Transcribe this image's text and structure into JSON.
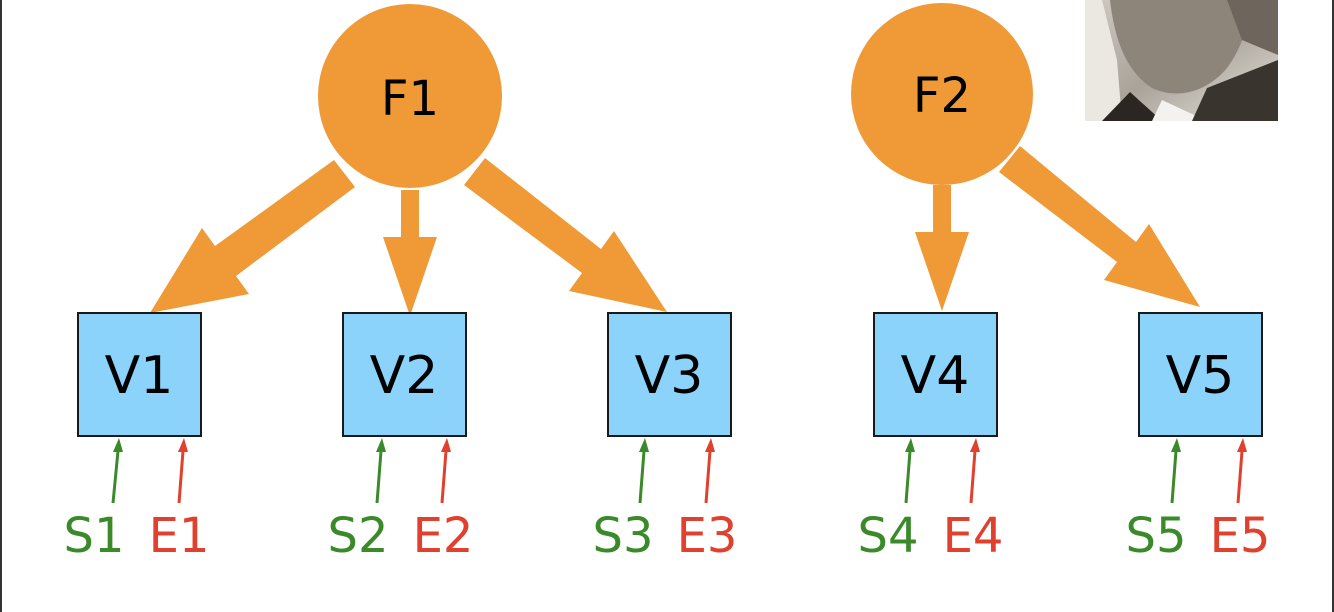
{
  "colors": {
    "factor_fill": "#EF9A37",
    "arrow": "#EF9A37",
    "box_fill": "#8CD3FB",
    "box_stroke": "#1a1a1a",
    "specific": "#3A8A2A",
    "error": "#E0402E"
  },
  "factors": [
    {
      "id": "F1",
      "label": "F1"
    },
    {
      "id": "F2",
      "label": "F2"
    }
  ],
  "variables": [
    {
      "id": "V1",
      "label": "V1",
      "factor": "F1",
      "specific": "S1",
      "error": "E1"
    },
    {
      "id": "V2",
      "label": "V2",
      "factor": "F1",
      "specific": "S2",
      "error": "E2"
    },
    {
      "id": "V3",
      "label": "V3",
      "factor": "F1",
      "specific": "S3",
      "error": "E3"
    },
    {
      "id": "V4",
      "label": "V4",
      "factor": "F2",
      "specific": "S4",
      "error": "E4"
    },
    {
      "id": "V5",
      "label": "V5",
      "factor": "F2",
      "specific": "S5",
      "error": "E5"
    }
  ],
  "photo": {
    "icon": "portrait-photo"
  }
}
